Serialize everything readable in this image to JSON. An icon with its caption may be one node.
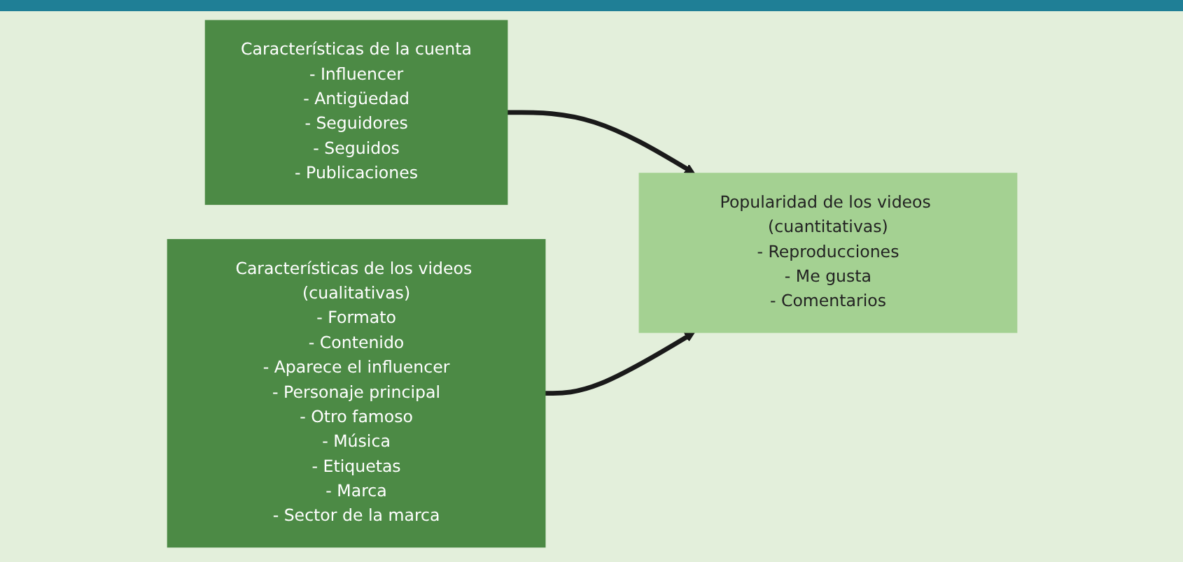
{
  "diagram": {
    "nodes": [
      {
        "text": [
          "Características de la cuenta",
          "- Influencer",
          "- Antigüedad",
          "- Seguidores",
          "- Seguidos",
          "- Publicaciones"
        ]
      },
      {
        "text": [
          "Popularidad de los videos (cuantitativas)",
          "- Reproducciones",
          "- Me gusta",
          "- Comentarios"
        ]
      },
      {
        "text": [
          "Características de los videos (cualitativas)",
          "- Formato",
          "- Contenido",
          "- Aparece el influencer",
          "- Personaje principal",
          "- Otro famoso",
          "- Música",
          "- Etiquetas",
          "- Marca",
          "- Sector de la marca"
        ]
      }
    ],
    "edges": [
      {
        "from": 0,
        "to": 1,
        "arrow": "to"
      },
      {
        "from": 2,
        "to": 1,
        "arrow": "to"
      }
    ]
  }
}
